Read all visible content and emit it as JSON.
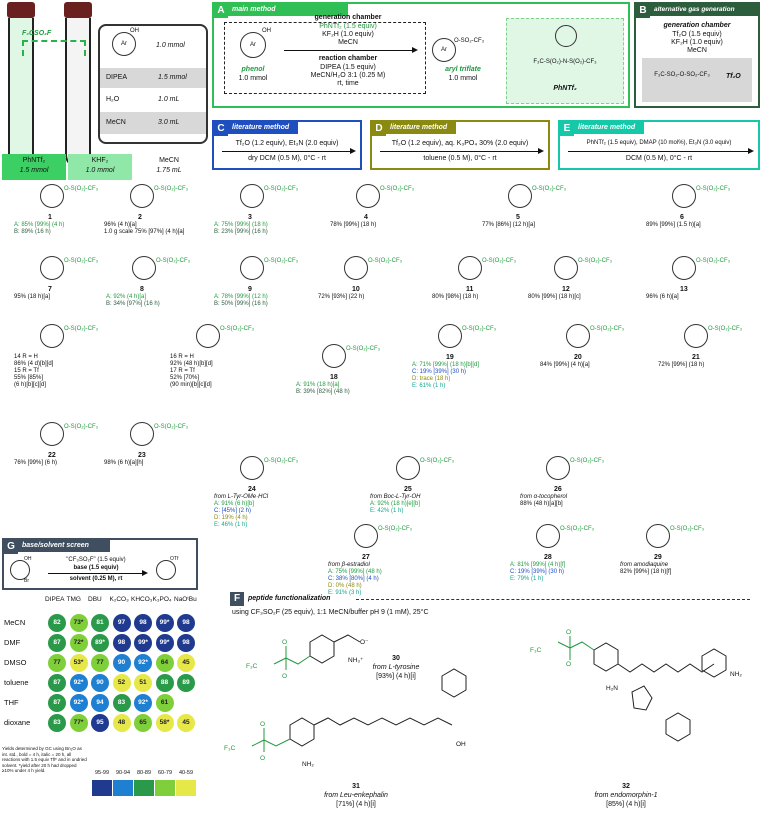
{
  "setup": {
    "reagent_top": "F₃CSO₂F",
    "amount_phenol": "1.0 mmol",
    "rows": [
      {
        "name": "DIPEA",
        "amount": "1.5 mmol"
      },
      {
        "name": "H₂O",
        "amount": "1.0 mL"
      },
      {
        "name": "MeCN",
        "amount": "3.0 mL"
      }
    ],
    "bottom": [
      {
        "name": "PhNTf₂",
        "amount": "1.5 mmol"
      },
      {
        "name": "KHF₂",
        "amount": "1.0 mmol"
      },
      {
        "name": "MeCN",
        "amount": "1.75 mL"
      }
    ],
    "ar": "Ar",
    "oh": "OH"
  },
  "panelA": {
    "letter": "A",
    "title": "main method",
    "gen_title": "generation chamber",
    "gen_line1": "PhNTf₂ (1.5 equiv)",
    "gen_line2": "KF₂H (1.0 equiv)",
    "gen_line3": "MeCN",
    "rxn_title": "reaction chamber",
    "rxn_line1": "DIPEA (1.5 equiv)",
    "rxn_line2": "MeCN/H₂O 3:1 (0.25 M)",
    "rxn_line3": "rt, time",
    "sm_label": "phenol",
    "sm_amount": "1.0 mmol",
    "prod_label": "aryl triflate",
    "prod_amount": "1.0 mmol",
    "reagent_label": "PhNTf₂"
  },
  "panelB": {
    "letter": "B",
    "title": "alternative gas generation",
    "gen_title": "generation chamber",
    "line1": "Tf₂O (1.5 equiv)",
    "line2": "KF₂H (1.0 equiv)",
    "line3": "MeCN",
    "reagent_label": "Tf₂O"
  },
  "panelC": {
    "letter": "C",
    "title": "literature method",
    "above": "Tf₂O (1.2 equiv), Et₃N (2.0 equiv)",
    "below": "dry DCM (0.5 M), 0°C - rt"
  },
  "panelD": {
    "letter": "D",
    "title": "literature method",
    "above": "Tf₂O (1.2 equiv), aq. K₃PO₄ 30% (2.0 equiv)",
    "below": "toluene (0.5 M), 0°C - rt"
  },
  "panelE": {
    "letter": "E",
    "title": "literature method",
    "above": "PhNTf₂ (1.5 equiv), DMAP (10 mol%), Et₃N (3.0 equiv)",
    "below": "DCM (0.5 M), 0°C - rt"
  },
  "compounds": [
    {
      "id": "1",
      "lines": [
        "A: 85% [99%] (4 h)",
        "B: 89% (16 h)"
      ]
    },
    {
      "id": "2",
      "lines": [
        "96% (4 h)[a]",
        "1.0 g scale 75% [97%] (4 h)[a]"
      ]
    },
    {
      "id": "3",
      "lines": [
        "A: 75% [99%] (18 h)",
        "B: 23% [99%] (16 h)"
      ]
    },
    {
      "id": "4",
      "lines": [
        "78% [99%] (18 h)"
      ]
    },
    {
      "id": "5",
      "lines": [
        "77% [86%] (12 h)[a]"
      ]
    },
    {
      "id": "6",
      "lines": [
        "89% [99%] (1.5 h)[a]"
      ]
    },
    {
      "id": "7",
      "lines": [
        "95% (18 h)[a]"
      ]
    },
    {
      "id": "8",
      "lines": [
        "A: 92% (4 h)[a]",
        "B: 34% [97%] (16 h)"
      ]
    },
    {
      "id": "9",
      "lines": [
        "A: 78% [99%] (12 h)",
        "B: 50% [99%] (16 h)"
      ]
    },
    {
      "id": "10",
      "lines": [
        "72% [93%] (22 h)"
      ]
    },
    {
      "id": "11",
      "lines": [
        "80% [98%] (18 h)"
      ]
    },
    {
      "id": "12",
      "lines": [
        "80% [99%] (18 h)[c]"
      ]
    },
    {
      "id": "13",
      "lines": [
        "96% (6 h)[a]"
      ]
    },
    {
      "id": "14",
      "lines": [
        "14 R = H",
        "86% (4 d)[b][d]",
        "15 R = Tf",
        "55% [85%]",
        "(6 h)[b][c][d]"
      ]
    },
    {
      "id": "16",
      "lines": [
        "16 R = H",
        "92% (48 h)[b][d]",
        "17 R = Tf",
        "52% [70%]",
        "(90 min)[b][c][d]"
      ]
    },
    {
      "id": "18",
      "lines": [
        "A: 91% (18 h)[a]",
        "B: 39% [82%] (48 h)"
      ]
    },
    {
      "id": "19",
      "lines": [
        "A: 71% [99%] (18 h)[b][d]",
        "C: 19% [39%] (30 h)",
        "D: trace (18 h)",
        "E: 61% (1 h)"
      ]
    },
    {
      "id": "20",
      "lines": [
        "84% [99%] (4 h)[a]"
      ]
    },
    {
      "id": "21",
      "lines": [
        "72% [99%] (18 h)"
      ]
    },
    {
      "id": "22",
      "lines": [
        "76% [99%] (6 h)"
      ]
    },
    {
      "id": "23",
      "lines": [
        "98% (6 h)[a][h]"
      ]
    },
    {
      "id": "24",
      "lines": [
        "from L-Tyr-OMe·HCl",
        "A: 91% (6 h)[b]",
        "C: [45%] (2 h)",
        "D: 19% (4 h)",
        "E: 46% (1 h)"
      ]
    },
    {
      "id": "25",
      "lines": [
        "from Boc-L-Tyr-OH",
        "A: 92% (18 h)[e][b]",
        "E: 42% (1 h)"
      ]
    },
    {
      "id": "26",
      "lines": [
        "from α-tocopherol",
        "88% (48 h)[a][b]"
      ]
    },
    {
      "id": "27",
      "lines": [
        "from β-estradiol",
        "A: 75% [99%] (48 h)",
        "C: 38% [80%] (4 h)",
        "D: 0% (48 h)",
        "E: 91% (3 h)"
      ]
    },
    {
      "id": "28",
      "lines": [
        "A: 81% [99%] (4 h)[f]",
        "C: 19% [39%] (30 h)",
        "E: 79% (1 h)"
      ]
    },
    {
      "id": "29",
      "lines": [
        "from amodiaquine",
        "82% [99%] (18 h)[f]"
      ]
    }
  ],
  "panelG": {
    "letter": "G",
    "title": "base/solvent screen",
    "reagent": "\"CF₃SO₂F\" (1.5 equiv)",
    "base": "base (1.5 equiv)",
    "solvent": "solvent (0.25 M), rt",
    "columns": [
      "DIPEA",
      "TMG",
      "DBU",
      "K₂CO₃",
      "KHCO₃",
      "K₃PO₄",
      "NaOᵗBu"
    ],
    "rows": [
      {
        "solvent": "MeCN",
        "values": [
          "82",
          "73*",
          "81",
          "97",
          "98",
          "99*",
          "98"
        ]
      },
      {
        "solvent": "DMF",
        "values": [
          "87",
          "72*",
          "89*",
          "98",
          "99*",
          "99*",
          "98"
        ]
      },
      {
        "solvent": "DMSO",
        "values": [
          "77",
          "53*",
          "77",
          "90",
          "92*",
          "64",
          "45"
        ]
      },
      {
        "solvent": "toluene",
        "values": [
          "87",
          "92*",
          "90",
          "52",
          "51",
          "88",
          "89"
        ]
      },
      {
        "solvent": "THF",
        "values": [
          "87",
          "92*",
          "94",
          "83",
          "92*",
          "61",
          ""
        ]
      },
      {
        "solvent": "dioxane",
        "values": [
          "83",
          "77*",
          "95",
          "48",
          "65",
          "58*",
          "45"
        ]
      }
    ],
    "footnote": "Yields determined by GC using Bn₂O as int. std., bold = 4 h, italic = 20 h, all reactions with 1.5 equiv TfF and in undried solvent. *yield after 20 h had dropped ≥10% under 4 h yield.",
    "legend": [
      "95-99",
      "90-94",
      "80-89",
      "60-79",
      "40-59"
    ],
    "legend_colors": [
      "#1f3a8f",
      "#1f7fd1",
      "#2a9a4a",
      "#7fcf3a",
      "#e6e84a"
    ]
  },
  "panelF": {
    "letter": "F",
    "title": "peptide functionalization",
    "conditions": "using CF₃SO₂F (25 equiv), 1:1 MeCN/buffer pH 9 (1 mM), 25°C",
    "c30": [
      "30",
      "from L-tyrosine",
      "[93%] (4 h)[i]"
    ],
    "c31": [
      "31",
      "from Leu-enkephalin",
      "[71%] (4 h)[i]"
    ],
    "c32": [
      "32",
      "from endomorphin-1",
      "[85%] (4 h)[i]"
    ]
  }
}
